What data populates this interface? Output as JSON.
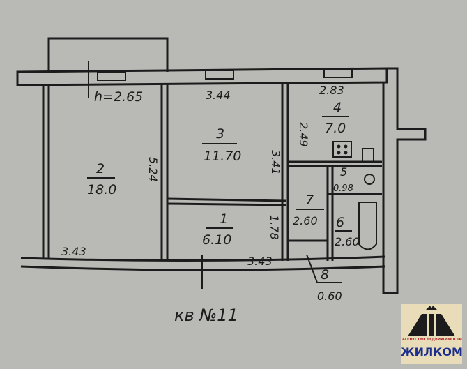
{
  "plan": {
    "ceiling_height": "h=2.65",
    "apartment_label": "кв №11",
    "rooms": [
      {
        "number": "1",
        "area": "6.10"
      },
      {
        "number": "2",
        "area": "18.0"
      },
      {
        "number": "3",
        "area": "11.70"
      },
      {
        "number": "4",
        "area": "7.0"
      },
      {
        "number": "5",
        "area": "0.98"
      },
      {
        "number": "6",
        "area": "2.60"
      },
      {
        "number": "7",
        "area": "2.60"
      },
      {
        "number": "8",
        "area": "0.60"
      }
    ],
    "dimensions": {
      "room3_width": "3.44",
      "room4_width": "2.83",
      "room4_depth": "2.49",
      "room3_depth": "3.41",
      "room2_depth": "5.24",
      "room2_width": "3.43",
      "room1_width": "3.43",
      "room1_depth": "1.78"
    }
  },
  "logo": {
    "agency_text": "АГЕНТСТВО НЕДВИЖИМОСТИ",
    "brand": "ЖИЛКОМ"
  }
}
